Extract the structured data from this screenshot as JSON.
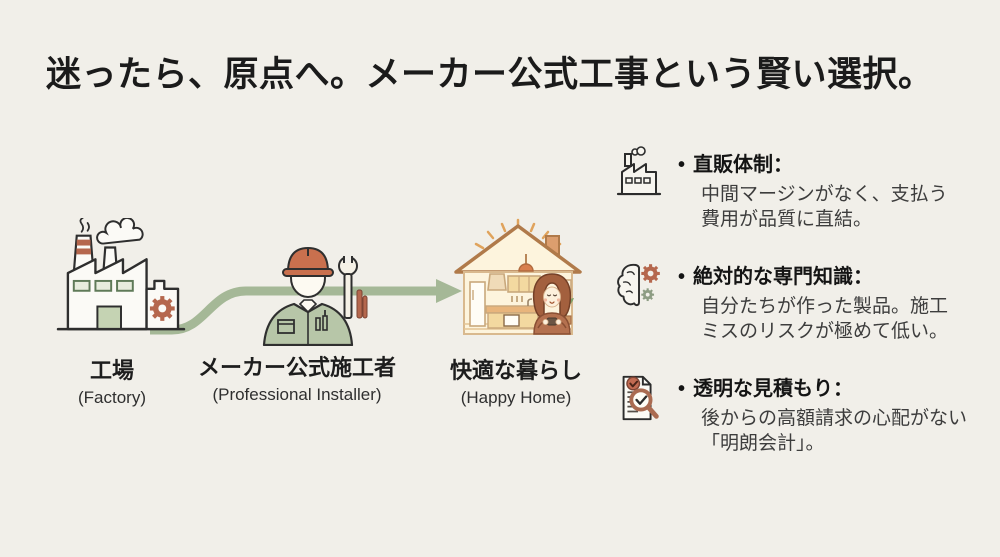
{
  "slide": {
    "title": "迷ったら、原点へ。メーカー公式工事という賢い選択。"
  },
  "flow": {
    "connector_icon": "right-arrow",
    "steps": [
      {
        "icon": "factory-illustration",
        "label_ja": "工場",
        "label_en": "(Factory)"
      },
      {
        "icon": "installer-illustration",
        "label_ja": "メーカー公式施工者",
        "label_en": "(Professional Installer)"
      },
      {
        "icon": "happy-home-illustration",
        "label_ja": "快適な暮らし",
        "label_en": "(Happy Home)"
      }
    ]
  },
  "benefits": {
    "bullet_glyph": "•",
    "items": [
      {
        "icon": "factory-line-icon",
        "heading": "直販体制：",
        "body_lines": [
          "中間マージンがなく、支払う",
          "費用が品質に直結。"
        ]
      },
      {
        "icon": "brain-gears-icon",
        "heading": "絶対的な専門知識：",
        "body_lines": [
          "自分たちが作った製品。施工",
          "ミスのリスクが極めて低い。"
        ]
      },
      {
        "icon": "estimate-magnifier-icon",
        "heading": "透明な見積もり：",
        "body_lines": [
          "後からの高額請求の心配がない",
          "「明朗会計」。"
        ]
      }
    ]
  },
  "colors": {
    "background": "#f1efe9",
    "title_text": "#1b1b1b",
    "body_text": "#3d3d3d",
    "arrow_green": "#a5b897",
    "accent_rust": "#b5674d",
    "installer_green": "#b7c6a8",
    "house_warm": "#b07a4a"
  }
}
